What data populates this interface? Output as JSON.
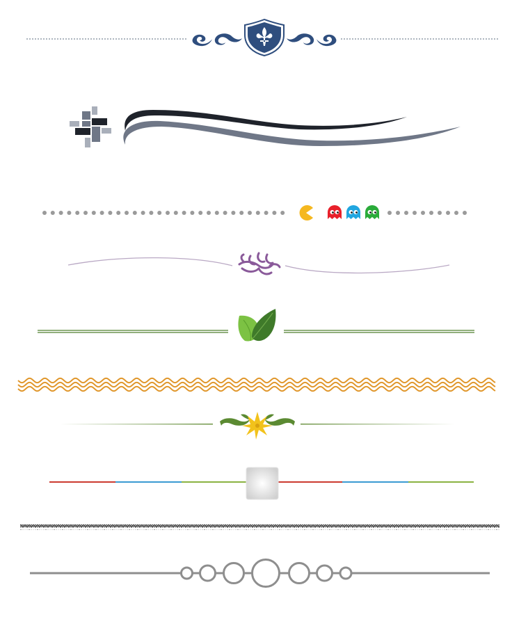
{
  "page": {
    "background": "#ffffff"
  },
  "dividers": [
    {
      "id": "shield-divider",
      "icon": "fleur-de-lis-shield",
      "colors": {
        "primary": "#2f4e7e",
        "line": "#5a6a7e"
      }
    },
    {
      "id": "swoosh-divider",
      "icon": "pixel-cross",
      "colors": {
        "dark": "#1f232b",
        "grey": "#6f7787",
        "light": "#a9afba"
      }
    },
    {
      "id": "pacman-divider",
      "icons": [
        "pacman",
        "ghost-red",
        "ghost-blue",
        "ghost-green"
      ],
      "colors": {
        "dots": "#9a9a9a",
        "pacman": "#f5b820",
        "ghost_red": "#e8202a",
        "ghost_blue": "#21a6e0",
        "ghost_green": "#2aab3a"
      }
    },
    {
      "id": "flourish-divider",
      "icon": "purple-flourish",
      "colors": {
        "flourish": "#8a5a9a",
        "line": "#b9a8c4"
      }
    },
    {
      "id": "leaf-divider",
      "icon": "green-leaves",
      "colors": {
        "leaf_light": "#7cc243",
        "leaf_dark": "#3f7a2a",
        "line": "#4f7f2f"
      }
    },
    {
      "id": "wave-divider",
      "colors": {
        "wave": "#e0962a"
      }
    },
    {
      "id": "yellow-flower-divider",
      "icon": "yellow-flower",
      "colors": {
        "petal": "#f2c21b",
        "leaf": "#5b8a32",
        "line": "#6d9444"
      }
    },
    {
      "id": "tricolor-divider",
      "icon": "grey-square",
      "colors": {
        "red": "#cc3a2f",
        "blue": "#3a9ad2",
        "green": "#8ab341"
      }
    },
    {
      "id": "zigzag-divider",
      "colors": {
        "pattern": "#3a3a3a"
      }
    },
    {
      "id": "circles-divider",
      "colors": {
        "line": "#8e8e8e"
      }
    }
  ]
}
